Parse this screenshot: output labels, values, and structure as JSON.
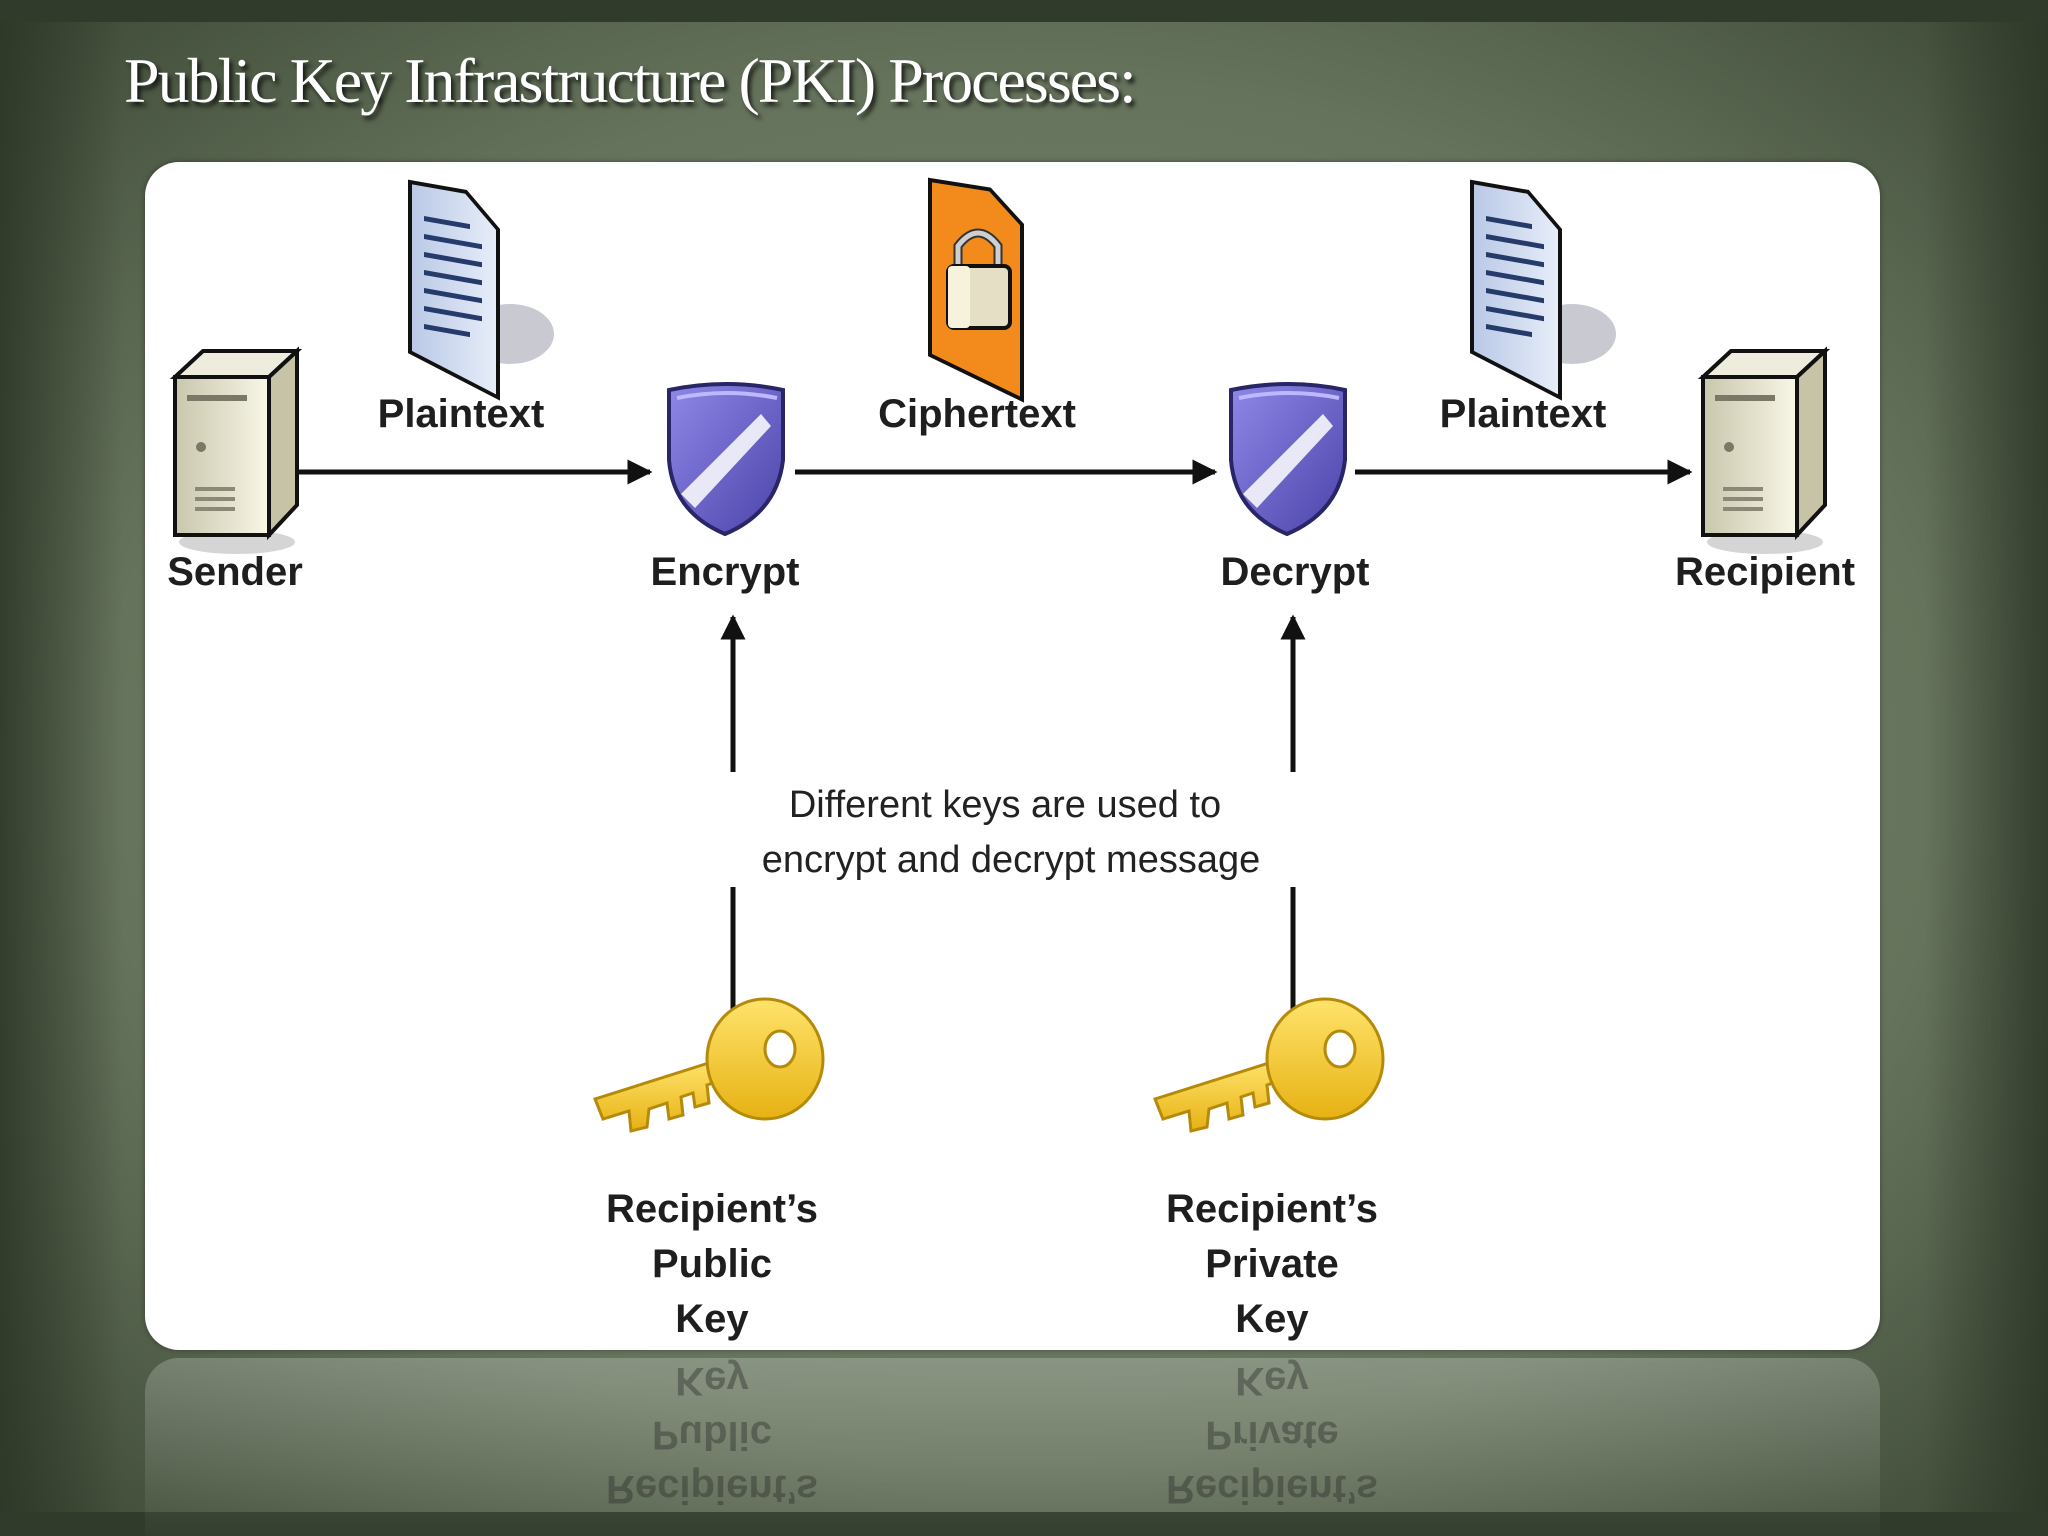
{
  "slide": {
    "title": "Public Key Infrastructure (PKI) Processes:"
  },
  "diagram": {
    "nodes": {
      "sender": "Sender",
      "encrypt": "Encrypt",
      "decrypt": "Decrypt",
      "recipient": "Recipient"
    },
    "edges": {
      "sender_to_encrypt": "Plaintext",
      "encrypt_to_decrypt": "Ciphertext",
      "decrypt_to_recipient": "Plaintext"
    },
    "note": {
      "line1": "Different keys are used to",
      "line2": "encrypt and decrypt message"
    },
    "keys": {
      "public_key": [
        "Recipient’s",
        "Public",
        "Key"
      ],
      "private_key": [
        "Recipient’s",
        "Private",
        "Key"
      ]
    }
  },
  "colors": {
    "background": "#3c4733",
    "panel": "#ffffff",
    "shield": "#6b63c9",
    "key": "#f2c531",
    "lock_doc": "#f28a1c"
  },
  "icons": [
    "server-icon",
    "document-icon",
    "locked-document-icon",
    "shield-icon",
    "key-icon"
  ]
}
